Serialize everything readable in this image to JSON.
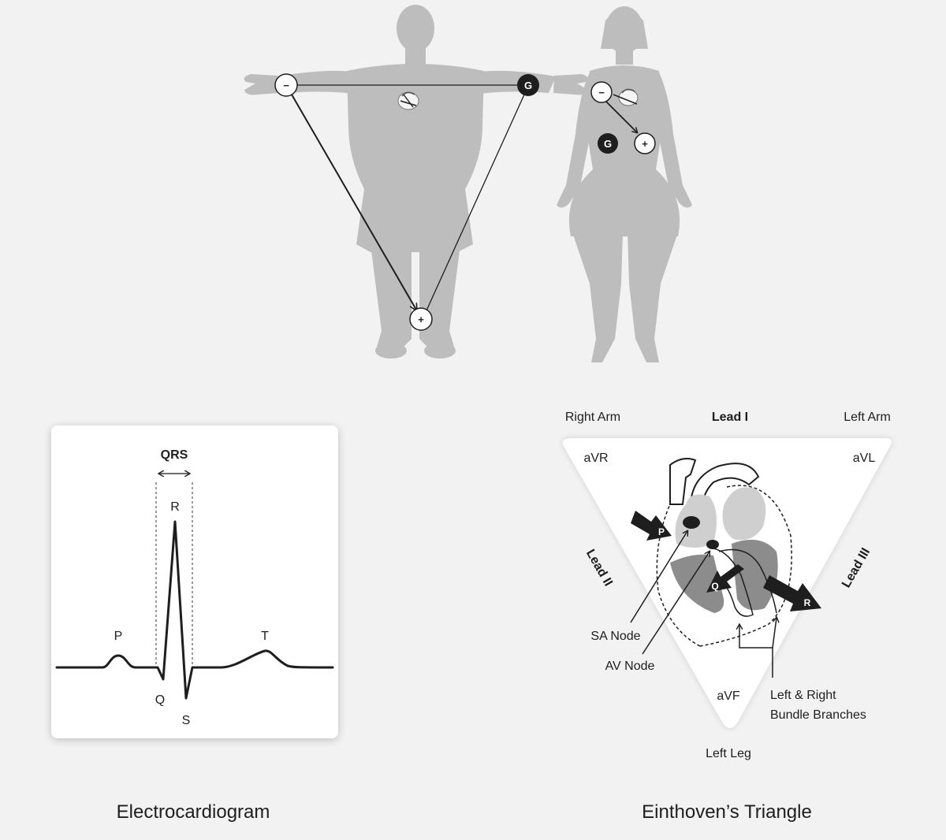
{
  "electrodes": {
    "left_top_minus": "−",
    "right_top_g": "G",
    "bottom_plus": "+",
    "female_minus": "−",
    "female_g": "G",
    "female_plus": "+"
  },
  "ecg": {
    "caption": "Electrocardiogram",
    "qrs_label": "QRS",
    "waves": {
      "p": "P",
      "q": "Q",
      "r": "R",
      "s": "S",
      "t": "T"
    }
  },
  "einthoven": {
    "caption": "Einthoven’s Triangle",
    "right_arm": "Right Arm",
    "lead_i": "Lead I",
    "left_arm": "Left Arm",
    "avr": "aVR",
    "avl": "aVL",
    "avf": "aVF",
    "lead_ii": "Lead II",
    "lead_iii": "Lead III",
    "left_leg": "Left Leg",
    "arrow_p": "P",
    "arrow_q": "Q",
    "arrow_r": "R",
    "sa_node": "SA Node",
    "av_node": "AV Node",
    "bundle_line1": "Left & Right",
    "bundle_line2": "Bundle Branches"
  }
}
